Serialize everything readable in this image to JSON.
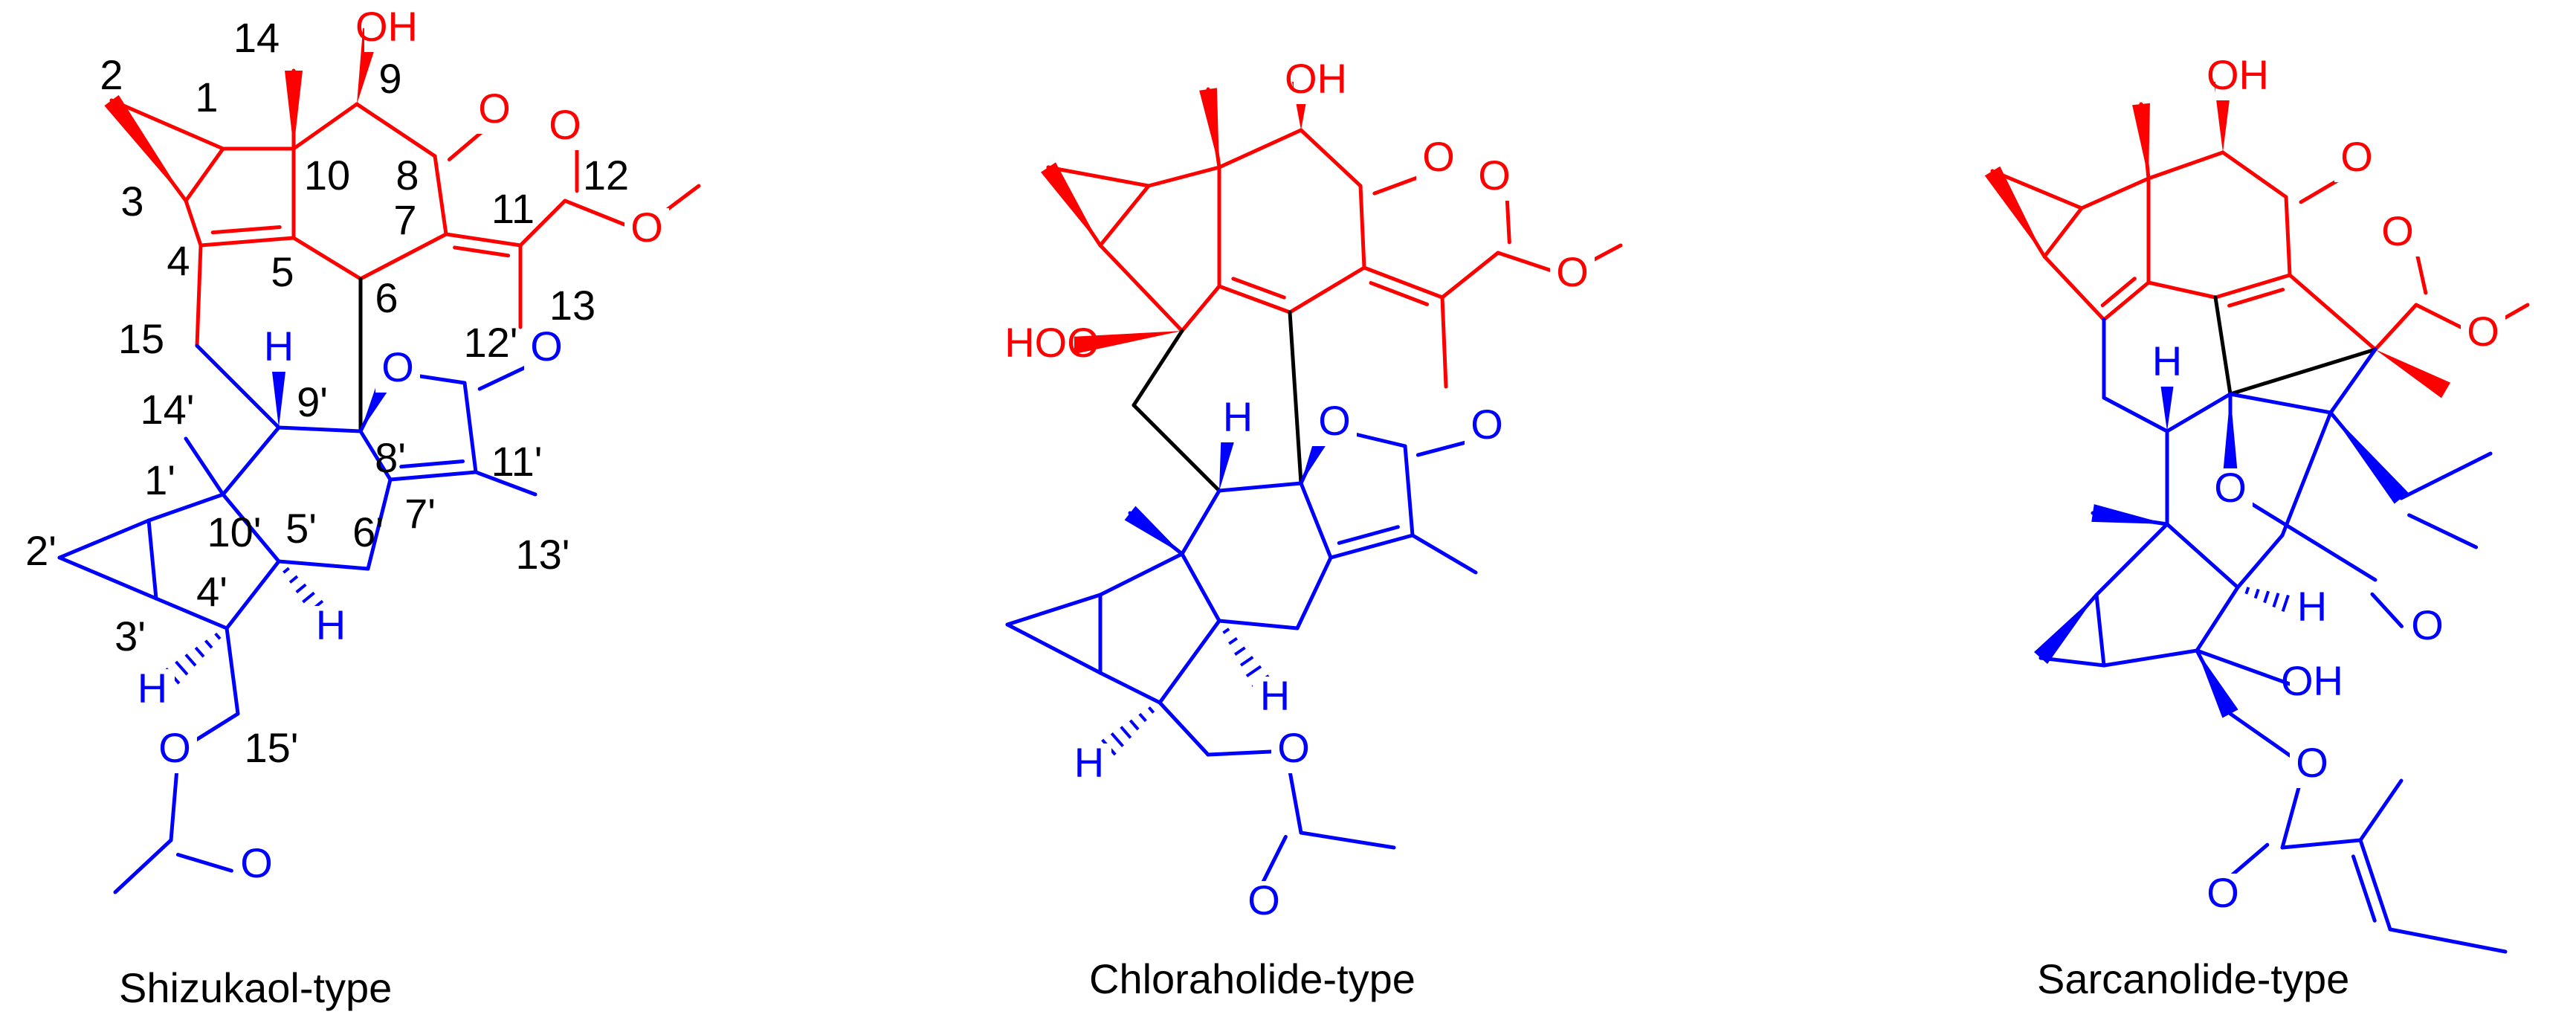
{
  "colors": {
    "red": "#ff0000",
    "blue": "#0000ff",
    "black": "#000000"
  },
  "panels": [
    {
      "caption": "Shizukaol-type",
      "labels": {
        "oh9": "OH",
        "o8": "O",
        "o12a": "O",
        "o12b": "O",
        "h9p": "H",
        "o8p": "O",
        "o12p": "O",
        "h5p": "H",
        "h3p": "H",
        "o15p": "O",
        "oac": "O",
        "n1": "1",
        "n2": "2",
        "n3": "3",
        "n4": "4",
        "n5": "5",
        "n6": "6",
        "n7": "7",
        "n8": "8",
        "n9": "9",
        "n10": "10",
        "n11": "11",
        "n12": "12",
        "n13": "13",
        "n14": "14",
        "n15": "15",
        "n1p": "1'",
        "n2p": "2'",
        "n3p": "3'",
        "n4p": "4'",
        "n5p": "5'",
        "n6p": "6'",
        "n7p": "7'",
        "n8p": "8'",
        "n9p": "9'",
        "n10p": "10'",
        "n11p": "11'",
        "n12p": "12'",
        "n13p": "13'",
        "n14p": "14'",
        "n15p": "15'"
      }
    },
    {
      "caption": "Chloraholide-type",
      "labels": {
        "oh": "OH",
        "o": "O",
        "ea": "O",
        "eb": "O",
        "hoo": "HOO",
        "h9": "H",
        "lo": "O",
        "lco": "O",
        "h5": "H",
        "h4": "H",
        "o15": "O",
        "oac": "O"
      }
    },
    {
      "caption": "Sarcanolide-type",
      "labels": {
        "oh": "OH",
        "o": "O",
        "ea": "O",
        "eb": "O",
        "h9": "H",
        "lo": "O",
        "lco": "O",
        "h5": "H",
        "oh2": "OH",
        "o15": "O",
        "oac": "O"
      }
    }
  ]
}
